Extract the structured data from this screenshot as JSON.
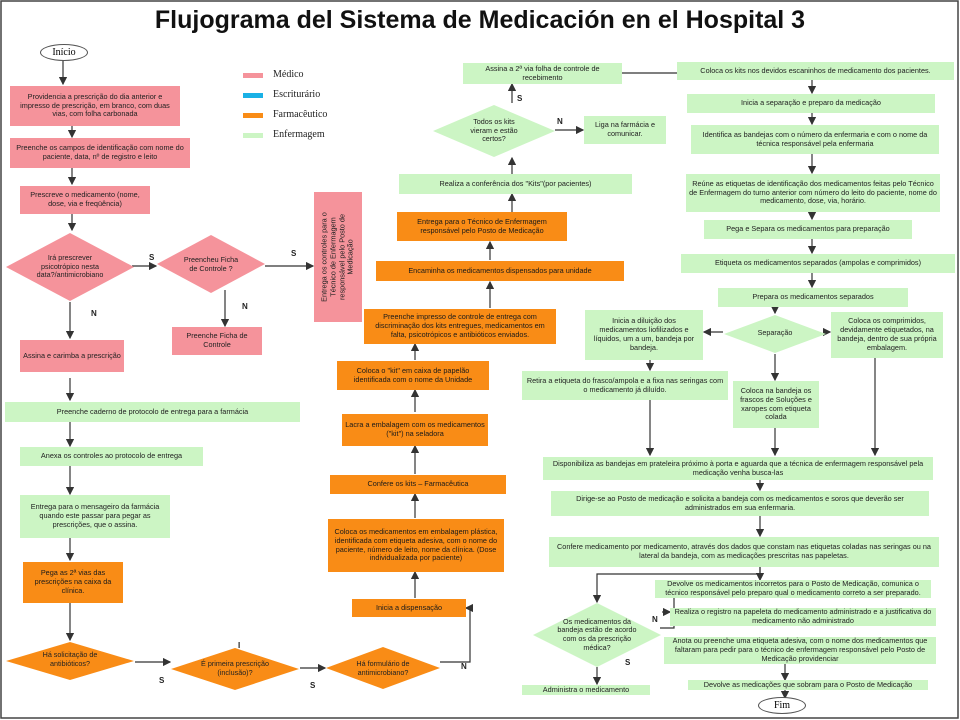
{
  "title": "Flujograma del Sistema de Medicación en el Hospital  3",
  "legend": {
    "items": [
      {
        "label": "Médico",
        "color": "#f5939b"
      },
      {
        "label": "Escriturário",
        "color": "#1ab1e6"
      },
      {
        "label": "Farmacêutico",
        "color": "#f98c16"
      },
      {
        "label": "Enfermagem",
        "color": "#ccf5c4"
      }
    ]
  },
  "terminals": {
    "start": "Início",
    "end": "Fim"
  },
  "medico": {
    "b1": "Providencia a prescrição do dia anterior e impresso de prescrição, em branco, com duas vias, com folha carbonada",
    "b2": "Preenche os campos de identificação com nome do paciente, data, nº de registro e leito",
    "b3": "Prescreve o medicamento (nome, dose, via e freqüência)",
    "d1": "Irá prescrever psicotrópico nesta data?/antimicrobiano",
    "d2": "Preencheu Ficha de Controle ?",
    "b4": "Preenche Ficha de Controle",
    "b5": "Assina e carimba a prescrição",
    "b6": "Entrega os controles para o Técnico de Enfermagem responsável pelo Posto de Medicação"
  },
  "enfermagem_left": {
    "b1": "Preenche caderno de protocolo de entrega para a farmácia",
    "b2": "Anexa os controles ao protocolo de entrega",
    "b3": "Entrega para o mensageiro da farmácia quando este passar para pegar as prescrições, que o assina."
  },
  "farmacia_left": {
    "b1": "Pega as 2ª vias das prescrições na caixa da clínica.",
    "d1": "Há solicitação de antibióticos?",
    "d2": "É primeira prescrição (inclusão)?",
    "d3": "Há formulário de antimicrobiano?"
  },
  "farmacia_center": {
    "b1": "Inicia a dispensação",
    "b2": "Coloca os medicamentos em embalagem plástica, identificada com etiqueta adesiva, com o nome do paciente, número de leito, nome da clínica. (Dose individualizada por paciente)",
    "b3": "Confere os kits – Farmacêutica",
    "b4": "Lacra a embalagem com os medicamentos (\"kit\") na seladora",
    "b5": "Coloca o \"kit\" em caixa de papelão identificada com o nome da Unidade",
    "b6": "Preenche impresso de controle de entrega com discriminação dos kits entregues, medicamentos em falta, psicotrópicos e antibióticos enviados.",
    "b7": "Encaminha os medicamentos dispensados para unidade",
    "b8": "Entrega para o Técnico de Enfermagem responsável pelo Posto de Medicação"
  },
  "enfermagem_center": {
    "b1": "Realiza a conferência dos \"Kits\"(por pacientes)",
    "d1": "Todos os kits vieram e estão certos?",
    "b2": "Liga na farmácia e comunicar.",
    "b3": "Assina a 2ª via folha de controle de recebimento"
  },
  "enfermagem_right": {
    "b1": "Coloca os kits nos devidos escaninhos de medicamento dos pacientes.",
    "b2": "Inicia a separação e preparo da medicação",
    "b3": "Identifica as bandejas com o número da enfermaria e com o nome da técnica responsável pela enfermaria",
    "b4": "Reúne as etiquetas de identificação dos medicamentos feitas pelo Técnico de Enfermagem do turno anterior com número do leito do paciente, nome do medicamento, dose, via, horário.",
    "b5": "Pega e Separa os medicamentos para preparação",
    "b6": "Etiqueta os medicamentos separados (ampolas e comprimidos)",
    "b7": "Prepara os medicamentos separados",
    "d1": "Separação",
    "b8": "Inicia a diluição dos medicamentos liofilizados e líquidos, um a um, bandeja por bandeja.",
    "b9": "Coloca os comprimidos, devidamente etiquetados, na bandeja, dentro de sua própria embalagem.",
    "b10": "Retira a etiqueta do frasco/ampola e a fixa nas seringas com o medicamento já diluído.",
    "b11": "Coloca na bandeja os frascos de Soluções e xaropes com etiqueta colada",
    "b12": "Disponibiliza as bandejas em prateleira próximo à porta e aguarda que a técnica de enfermagem responsável pela medicação venha busca-las",
    "b13": "Dirige-se ao Posto de medicação e solicita a bandeja com os medicamentos e soros que deverão ser administrados em sua enfermaria.",
    "b14": "Confere medicamento por medicamento, através dos dados que constam nas etiquetas coladas nas seringas ou na lateral da bandeja, com as medicações prescritas nas papeletas.",
    "b15": "Devolve os medicamentos incorretos para o Posto de Medicação, comunica o técnico responsável pelo preparo qual o medicamento correto a ser preparado.",
    "d2": "Os medicamentos da bandeja estão de acordo com os da prescrição médica?",
    "b16": "Realiza o registro na papeleta do medicamento administrado e a justificativa do medicamento não administrado",
    "b17": "Anota ou preenche uma etiqueta adesiva, com o nome dos medicamentos que faltaram para pedir para o técnico de enfermagem responsável pelo Posto de Medicação providenciar",
    "b18": "Administra o medicamento",
    "b19": "Devolve as medicações que sobram para o Posto de Medicação"
  },
  "labels": {
    "yes": "S",
    "no": "N",
    "marker": "I"
  }
}
